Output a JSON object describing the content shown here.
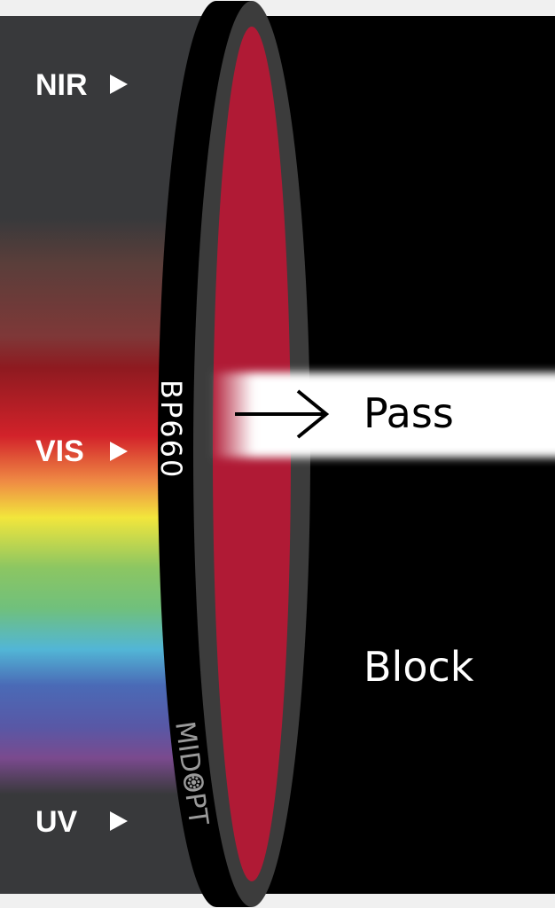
{
  "labels": {
    "nir": "NIR",
    "vis": "VIS",
    "uv": "UV"
  },
  "filter": {
    "model": "BP660",
    "brand": "MIDOPT"
  },
  "pass_label": "Pass",
  "block_label": "Block",
  "colors": {
    "panel": "#38393b",
    "filter_glass": "#b01a35",
    "filter_ring": "#3c3c3c",
    "background_right": "#000000"
  }
}
